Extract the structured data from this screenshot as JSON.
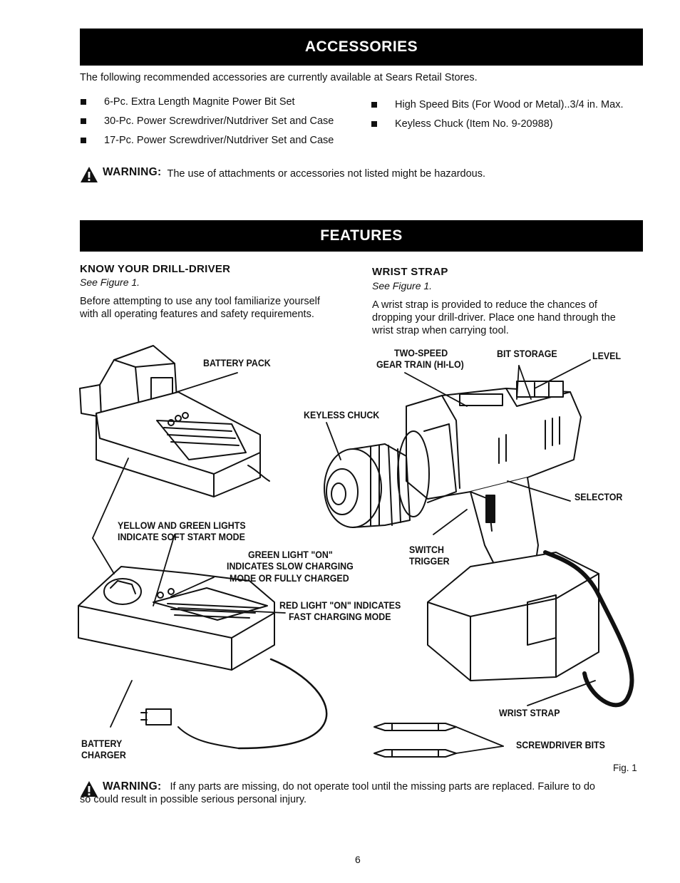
{
  "accessories": {
    "title": "ACCESSORIES",
    "intro": "The following recommended accessories are currently available at Sears Retail Stores.",
    "items_left": [
      "6-Pc. Extra Length Magnite Power Bit Set",
      "30-Pc. Power Screwdriver/Nutdriver Set and Case",
      "17-Pc. Power Screwdriver/Nutdriver Set and Case"
    ],
    "items_right": [
      "High Speed Bits (For Wood or Metal)..3/4 in. Max.",
      "Keyless Chuck (Item No. 9-20988)"
    ],
    "warning_label": "WARNING:",
    "warning_text": "The use of attachments or accessories not listed might be hazardous."
  },
  "features": {
    "title": "FEATURES",
    "know": {
      "heading": "KNOW YOUR DRILL-DRIVER",
      "see": "See Figure 1.",
      "text_line1": "Before attempting to use any tool familiarize yourself",
      "text_line2": "with all operating features and safety requirements."
    },
    "wrist": {
      "heading": "WRIST STRAP",
      "see": "See Figure 1.",
      "text_line1": "A wrist strap is provided to reduce the chances of",
      "text_line2": "dropping your drill-driver. Place one hand through the",
      "text_line3": "wrist strap when carrying tool."
    }
  },
  "figure": {
    "callouts": {
      "battery_pack": "BATTERY PACK",
      "two_speed_1": "TWO-SPEED",
      "two_speed_2": "GEAR TRAIN (HI-LO)",
      "bit_storage": "BIT STORAGE",
      "level": "LEVEL",
      "keyless_chuck": "KEYLESS CHUCK",
      "selector": "SELECTOR",
      "yellow_green_1": "YELLOW AND GREEN LIGHTS",
      "yellow_green_2": "INDICATE SOFT START MODE",
      "green_light_1": "GREEN LIGHT \"ON\"",
      "green_light_2": "INDICATES SLOW CHARGING",
      "green_light_3": "MODE OR FULLY CHARGED",
      "switch_1": "SWITCH",
      "switch_2": "TRIGGER",
      "red_light_1": "RED LIGHT \"ON\" INDICATES",
      "red_light_2": "FAST CHARGING MODE",
      "wrist_strap": "WRIST STRAP",
      "screwdriver_bits": "SCREWDRIVER BITS",
      "battery_charger_1": "BATTERY",
      "battery_charger_2": "CHARGER"
    },
    "caption": "Fig. 1"
  },
  "bottom_warning": {
    "label": "WARNING:",
    "text_line1": "If any parts are missing, do not operate tool until the missing parts are replaced. Failure to do",
    "text_line2": "so could result in possible serious personal injury."
  },
  "page_number": "6"
}
